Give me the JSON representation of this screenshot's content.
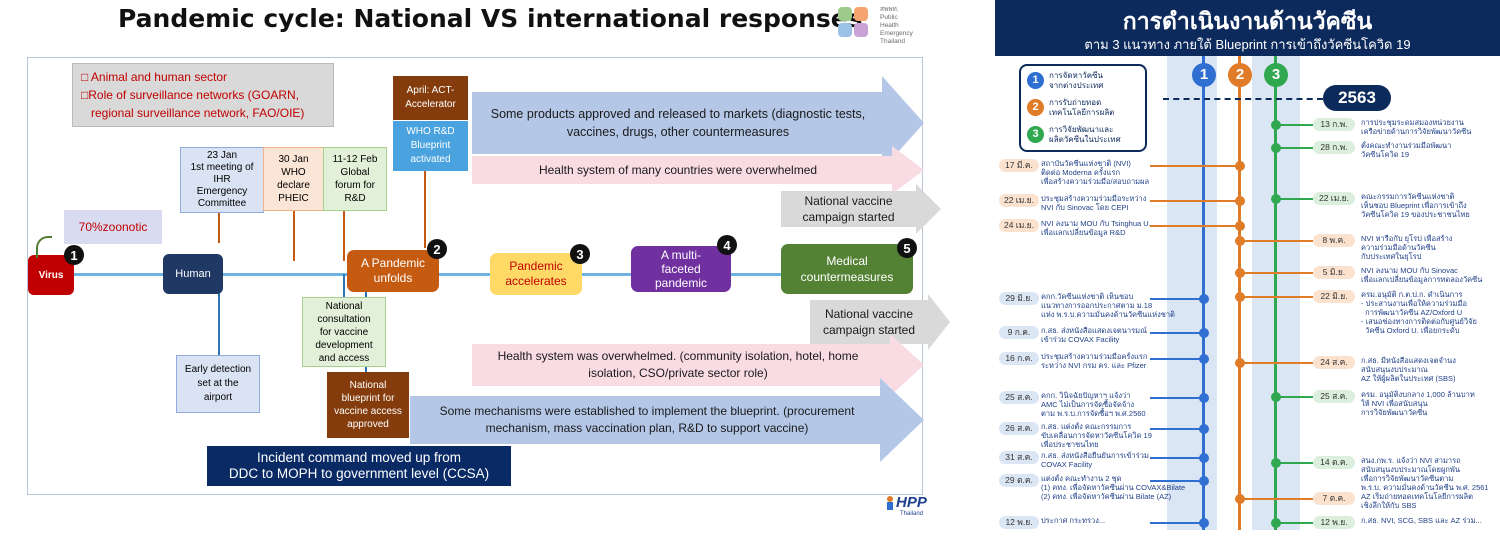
{
  "left": {
    "title": "Pandemic cycle: National VS international responses",
    "logo": {
      "text": "สพพท.\nPublic\nHealth\nEmergency\nThailand"
    },
    "footer_logo": "HPP",
    "footer_logo_sub": "Thailand",
    "notes_lines": [
      "□ Animal and human sector",
      "□Role of surveillance networks (GOARN,",
      "regional surveillance network, FAO/OIE)"
    ],
    "zoonotic": "70%zoonotic",
    "timeline": {
      "virus": "Virus",
      "human": "Human",
      "unfolds_1": "A Pandemic",
      "unfolds_2": "unfolds",
      "accel_1": "Pandemic",
      "accel_2": "accelerates",
      "multi_1": "A multi-",
      "multi_2": "faceted",
      "multi_3": "pandemic",
      "medical_1": "Medical",
      "medical_2": "countermeasures"
    },
    "numbers": [
      "1",
      "2",
      "3",
      "4",
      "5"
    ],
    "events": {
      "ihr": [
        "23 Jan",
        "1st meeting of",
        "IHR",
        "Emergency",
        "Committee"
      ],
      "pheic": [
        "30 Jan",
        "WHO",
        "declare",
        "PHEIC"
      ],
      "forum": [
        "11-12 Feb",
        "Global",
        "forum for",
        "R&D"
      ],
      "act": [
        "April: ACT-",
        "Accelerator"
      ],
      "whorad": [
        "WHO R&D",
        "Blueprint",
        "activated"
      ],
      "consult": [
        "National",
        "consultation",
        "for vaccine",
        "development",
        "and access"
      ],
      "early": [
        "Early detection",
        "set at the",
        "airport"
      ],
      "blueprint": [
        "National",
        "blueprint for",
        "vaccine access",
        "approved"
      ]
    },
    "arrows": {
      "products_1": "Some products approved and released to markets (diagnostic tests,",
      "products_2": "vaccines, drugs, other countermeasures",
      "overwhelmed_intl": "Health system of many countries were overwhelmed",
      "campaign_top_1": "National vaccine",
      "campaign_top_2": "campaign started",
      "campaign_mid_1": "National vaccine",
      "campaign_mid_2": "campaign started",
      "overwhelmed_nat_1": "Health system was overwhelmed. (community isolation, hotel, home",
      "overwhelmed_nat_2": "isolation, CSO/private sector role)",
      "mechanisms_1": "Some mechanisms were established to implement the blueprint. (procurement",
      "mechanisms_2": "mechanism, mass vaccination plan, R&D to support vaccine)"
    },
    "incident_1": "Incident command moved up from",
    "incident_2": "DDC to MOPH to government level (CCSA)",
    "colors": {
      "navy": "#1f3864",
      "brown": "#c55a11",
      "gold": "#ffd966",
      "purple": "#7030a0",
      "green": "#548235",
      "red": "#c00000",
      "blue_arrow": "#b4c7e7",
      "pink_arrow": "#f8dbe3",
      "grey_arrow": "#d9d9d9"
    }
  },
  "right": {
    "title": "การดำเนินงานด้านวัคซีน",
    "subtitle": "ตาม 3 แนวทาง ภายใต้ Blueprint การเข้าถึงวัคซีนโควิด 19",
    "year": "2563",
    "legend": [
      {
        "num": "1",
        "text": "การจัดหาวัคซีน\nจากต่างประเทศ"
      },
      {
        "num": "2",
        "text": "การรับถ่ายทอด\nเทคโนโลยีการผลิต"
      },
      {
        "num": "3",
        "text": "การวิจัยพัฒนาและ\nผลิตวัคซีนในประเทศ"
      }
    ],
    "col_numbers": [
      "1",
      "2",
      "3"
    ],
    "left_events": [
      {
        "date": "17 มี.ค.",
        "text": "สถาบันวัคซีนแห่งชาติ (NVI)\nติดต่อ Moderna ครั้งแรก\nเพื่อสร้างความร่วมมือ/สอบถามผล"
      },
      {
        "date": "22 เม.ย.",
        "text": "ประชุมสร้างความร่วมมือระหว่าง\nNVI กับ Sinovac โดย CEPI"
      },
      {
        "date": "24 เม.ย.",
        "text": "NVI ลงนาม MOU กับ Tsinghua U.\nเพื่อแลกเปลี่ยนข้อมูล R&D"
      },
      {
        "date": "29 มิ.ย.",
        "text": "คกก.วัคซีนแห่งชาติ เห็นชอบ\nแนวทางการออกประกาศตาม ม.18\nแห่ง พ.ร.บ.ความมั่นคงด้านวัคซีนแห่งชาติ"
      },
      {
        "date": "9 ก.ค.",
        "text": "ก.สธ. ส่งหนังสือแสดงเจตนารมณ์\nเข้าร่วม COVAX Facility"
      },
      {
        "date": "16 ก.ค.",
        "text": "ประชุมสร้างความร่วมมือครั้งแรก\nระหว่าง NVI กรม คร. และ Pfizer"
      },
      {
        "date": "25 ส.ค.",
        "text": "คกก. วินิจฉัยปัญหาฯ แจ้งว่า\nAMC ไม่เป็นการจัดซื้อจัดจ้าง\nตาม พ.ร.บ.การจัดซื้อฯ พ.ศ.2560"
      },
      {
        "date": "26 ส.ค.",
        "text": "ก.สธ. แต่งตั้ง คณะกรรมการ\nขับเคลื่อนการจัดหาวัคซีนโควิด 19\nเพื่อประชาชนไทย"
      },
      {
        "date": "31 ส.ค.",
        "text": "ก.สธ. ส่งหนังสือยืนยันการเข้าร่วม\nCOVAX Facility"
      },
      {
        "date": "29 ต.ค.",
        "text": "แต่งตั้ง คณะทำงาน 2 ชุด\n(1) คทง. เพื่อจัดหาวัคซีนผ่าน COVAX&Bilate\n(2) คทง. เพื่อจัดหาวัคซีนผ่าน Bilate (AZ)"
      },
      {
        "date": "12 พ.ย.",
        "text": "ประกาศ กระทรวง..."
      }
    ],
    "right_events": [
      {
        "date": "13 ก.พ.",
        "text": "การประชุมระดมสมองหน่วยงาน\nเครือข่ายด้านการวิจัยพัฒนาวัคซีน"
      },
      {
        "date": "28 ก.พ.",
        "text": "ตั้งคณะทำงานร่วมมือพัฒนา\nวัคซีนโควิด 19"
      },
      {
        "date": "22 เม.ย.",
        "text": "คณะกรรมการวัคซีนแห่งชาติ\nเห็นชอบ Blueprint เพื่อการเข้าถึง\nวัคซีนโควิด 19 ของประชาชนไทย"
      },
      {
        "date": "8 พ.ค.",
        "text": "NVI หารือกับ ยุโรป เพื่อสร้าง\nความร่วมมือด้านวัคซีน\nกับประเทศในยุโรป"
      },
      {
        "date": "5 มิ.ย.",
        "text": "NVI ลงนาม MOU กับ Sinovac\nเพื่อแลกเปลี่ยนข้อมูลการทดลองวัคซีน"
      },
      {
        "date": "22 มิ.ย.",
        "text": "ครม.อนุมัติ ก.ต.ป.ก. ดำเนินการ\n- ประสานงานเพื่อให้ความร่วมมือ\n  การพัฒนาวัคซีน AZ/Oxford U\n- เสนอช่องทางการติดต่อกับศูนย์วิจัย\n  วัคซีน Oxford U. เพื่อยกระดับ"
      },
      {
        "date": "24 ส.ค.",
        "text": "ก.สธ. มีหนังสือแสดงเจตจำนง\nสนับสนุนงบประมาณ\nAZ ให้ผู้ผลิตในประเทศ (SBS)"
      },
      {
        "date": "25 ส.ค.",
        "text": "ครม. อนุมัติงบกลาง 1,000 ล้านบาท\nให้ NVI เพื่อสนับสนุน\nการวิจัยพัฒนาวัคซีน"
      },
      {
        "date": "14 ต.ค.",
        "text": "สนง.กพ.ร. แจ้งว่า NVI สามารถ\nสนับสนุนงบประมาณโดยผูกพัน\nเพื่อการวิจัยพัฒนาวัคซีนตาม\nพ.ร.บ. ความมั่นคงด้านวัคซีน พ.ศ. 2561"
      },
      {
        "date": "7 ต.ค.",
        "text": "AZ เริ่มถ่ายทอดเทคโนโลยีการผลิต\nเชิงลึกให้กับ SBS"
      },
      {
        "date": "12 พ.ย.",
        "text": "ก.สธ. NVI, SCG, SBS และ AZ ร่วม..."
      }
    ],
    "colors": {
      "navy": "#0d2a5c",
      "blue": "#2e6fd1",
      "orange": "#e07b28",
      "green": "#2fa84f",
      "col_bg": "#dbe6f4"
    }
  }
}
